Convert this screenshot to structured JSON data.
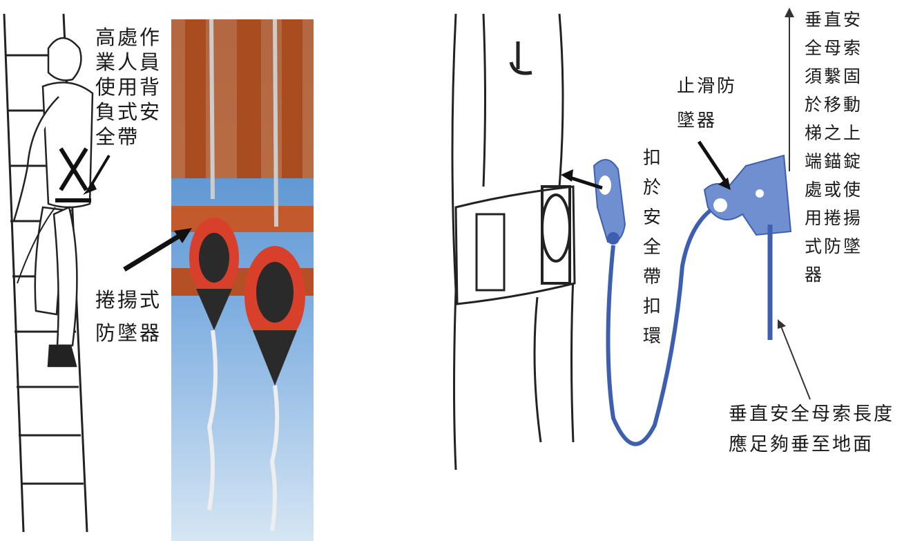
{
  "labels": {
    "worker_harness": [
      "高處作",
      "業人員",
      "使用背",
      "負式安",
      "全帶"
    ],
    "retractable": [
      "捲揚式",
      "防墜器"
    ],
    "rope_grab": [
      "止滑防",
      "墜器"
    ],
    "buckle_ring": "扣於安全帶扣環",
    "lifeline_anchor": [
      "垂直安",
      "全母索",
      "須繫固",
      "於移動",
      "梯之上",
      "端錨錠",
      "處或使",
      "用捲揚",
      "式防墜",
      "器"
    ],
    "lifeline_length": [
      "垂直安全母索長度",
      "應足夠垂至地面"
    ]
  },
  "colors": {
    "sky_top": "#3f7fc4",
    "sky_bottom": "#d6e6f4",
    "sling_orange": "#c8642a",
    "device_red": "#d8402c",
    "hardware_blue": "#6f8fd0",
    "rope_blue": "#3e5fb0",
    "ink": "#1a1a1a"
  }
}
